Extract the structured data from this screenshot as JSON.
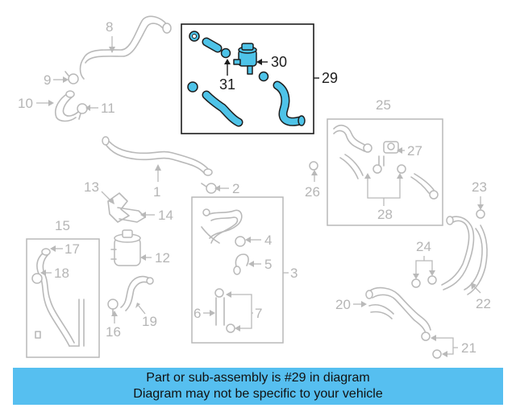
{
  "diagram": {
    "callouts": {
      "c1": "1",
      "c2": "2",
      "c3": "3",
      "c4": "4",
      "c5": "5",
      "c6": "6",
      "c7": "7",
      "c8": "8",
      "c9": "9",
      "c10": "10",
      "c11": "11",
      "c12": "12",
      "c13": "13",
      "c14": "14",
      "c15": "15",
      "c16": "16",
      "c17": "17",
      "c18": "18",
      "c19": "19",
      "c20": "20",
      "c21": "21",
      "c22": "22",
      "c23": "23",
      "c24": "24",
      "c25": "25",
      "c26": "26",
      "c27": "27",
      "c28": "28",
      "c29": "29",
      "c30": "30",
      "c31": "31"
    },
    "highlighted_part": "29",
    "colors": {
      "highlight_fill": "#4ec3e8",
      "highlight_stroke": "#1d1d1d",
      "faded_part": "#b9b9b9",
      "banner": "#56bff0"
    }
  },
  "banner": {
    "line1": "Part or sub-assembly is #29 in diagram",
    "line2": "Diagram may not be specific to your vehicle"
  }
}
